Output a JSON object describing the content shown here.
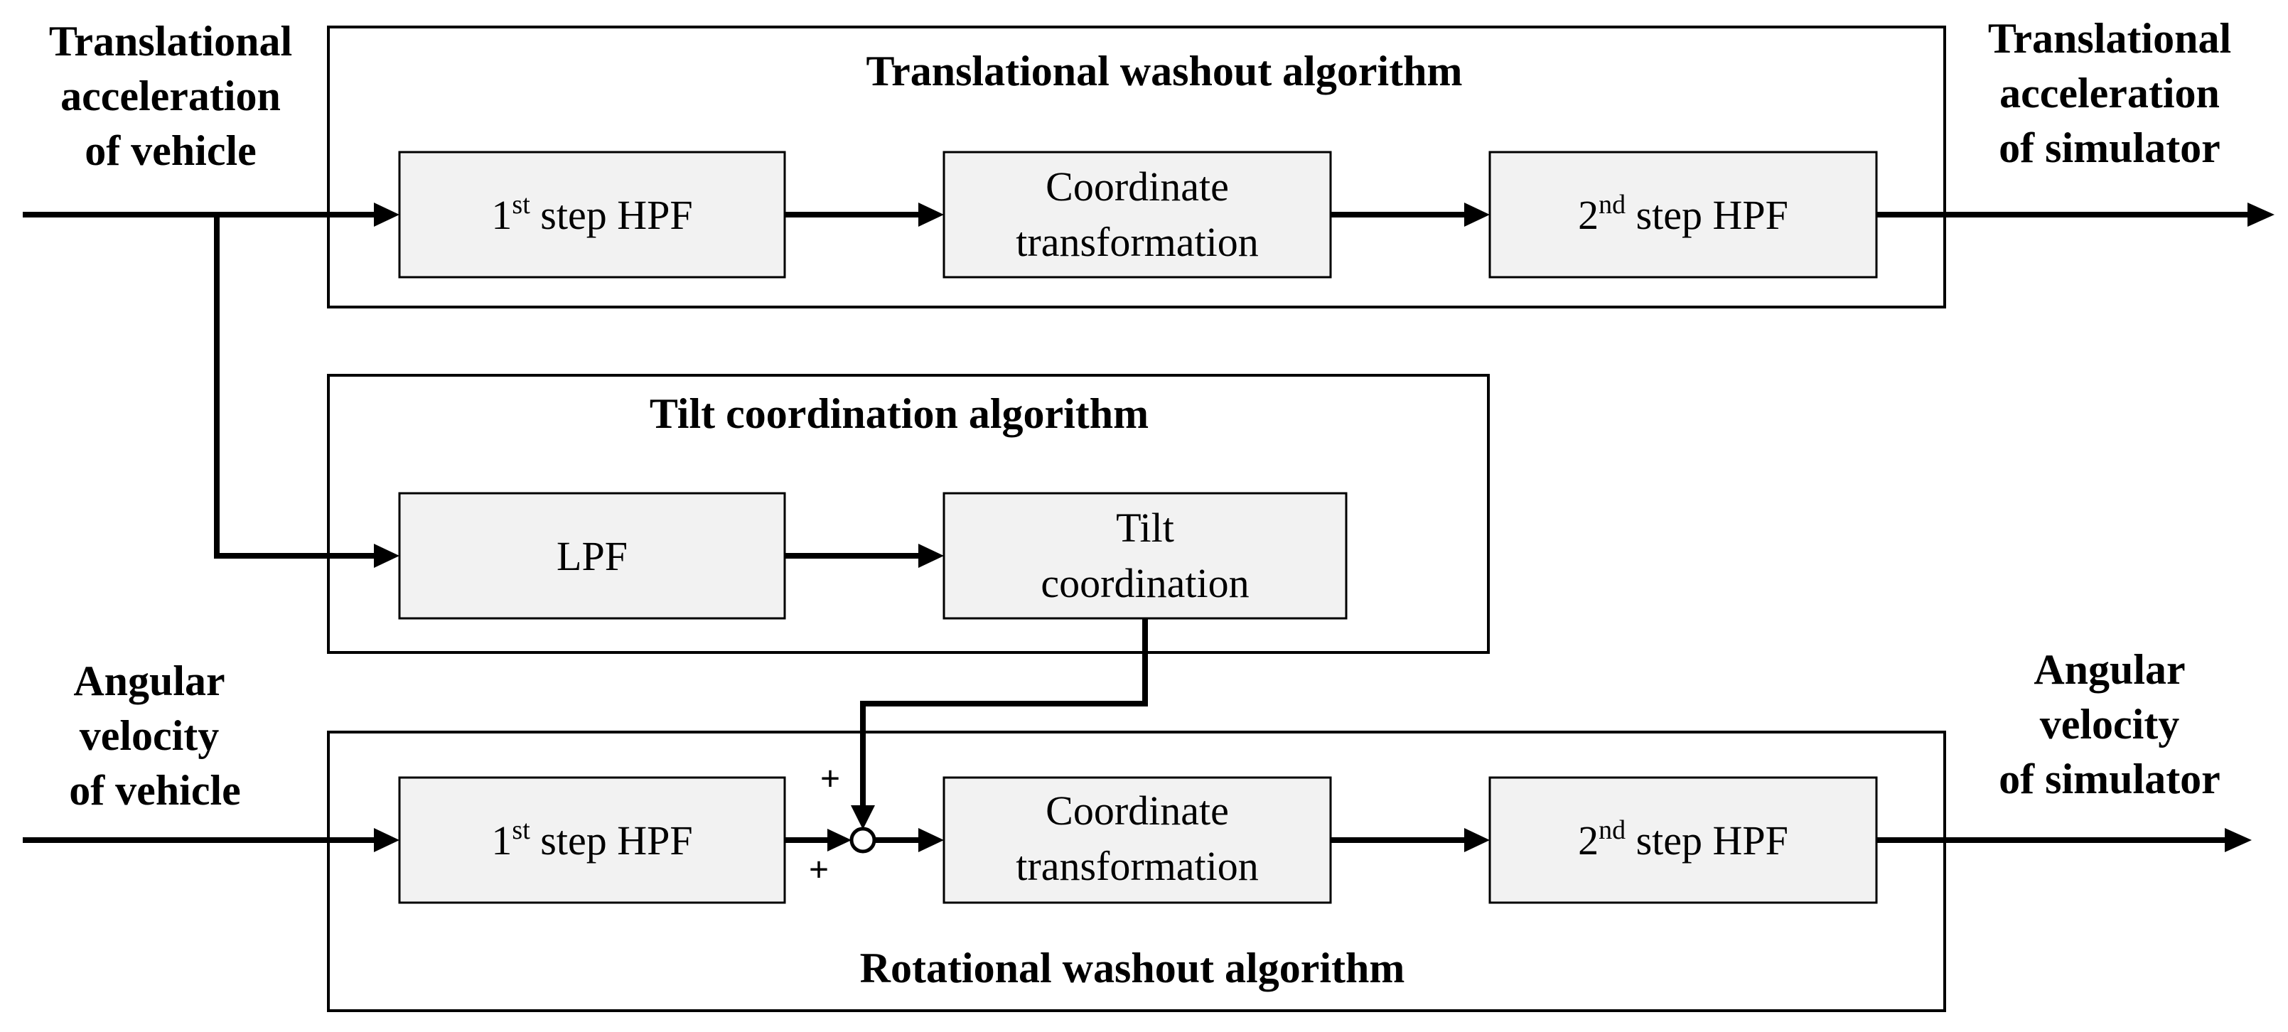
{
  "inputs": {
    "translational": [
      "Translational",
      "acceleration",
      "of vehicle"
    ],
    "angular": [
      "Angular",
      "velocity",
      "of vehicle"
    ]
  },
  "outputs": {
    "translational": [
      "Translational",
      "acceleration",
      "of simulator"
    ],
    "angular": [
      "Angular",
      "velocity",
      "of simulator"
    ]
  },
  "groups": {
    "translational_washout": "Translational washout algorithm",
    "tilt_coordination": "Tilt coordination algorithm",
    "rotational_washout": "Rotational washout algorithm"
  },
  "blocks": {
    "t_first_hpf": {
      "num": "1",
      "sup": "st",
      "rest": " step HPF"
    },
    "t_coord": [
      "Coordinate",
      "transformation"
    ],
    "t_second_hpf": {
      "num": "2",
      "sup": "nd",
      "rest": " step HPF"
    },
    "lpf": "LPF",
    "tilt": [
      "Tilt",
      "coordination"
    ],
    "r_first_hpf": {
      "num": "1",
      "sup": "st",
      "rest": " step HPF"
    },
    "r_coord": [
      "Coordinate",
      "transformation"
    ],
    "r_second_hpf": {
      "num": "2",
      "sup": "nd",
      "rest": " step HPF"
    }
  },
  "summing_junction": {
    "plus_top": "+",
    "plus_bottom": "+"
  },
  "colors": {
    "block_fill": "#f2f2f2",
    "stroke": "#000000"
  }
}
